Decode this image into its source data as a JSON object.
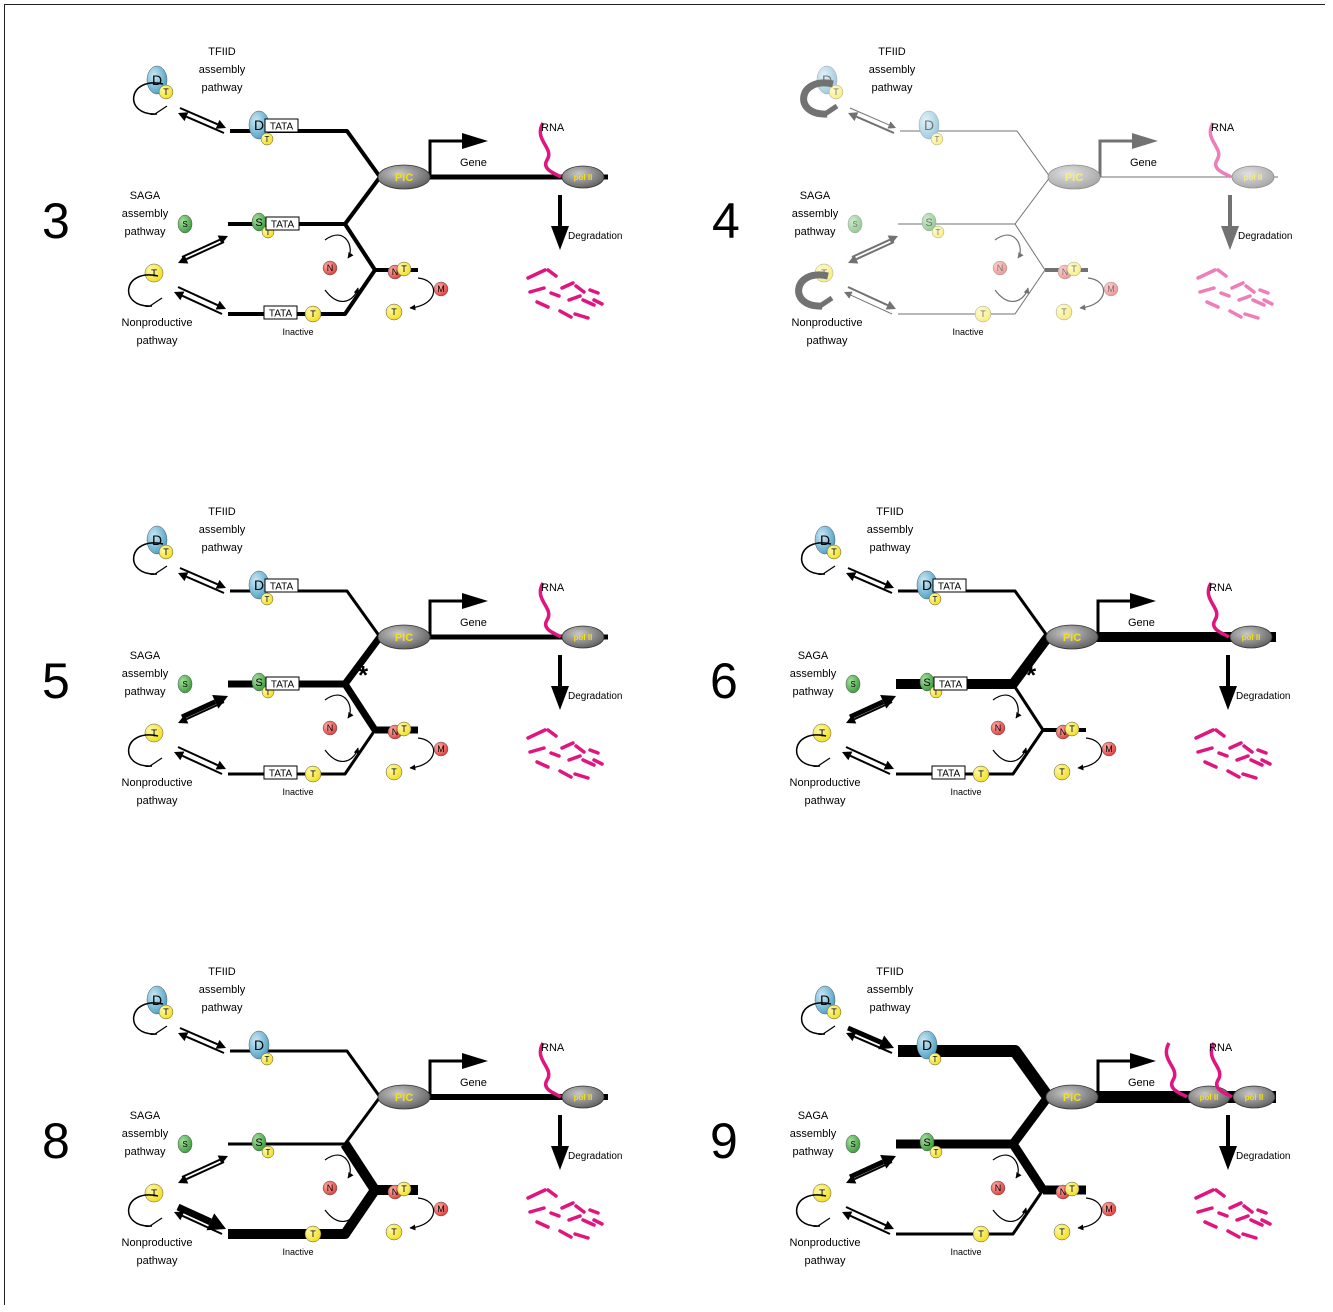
{
  "labels": {
    "tfiid_line1": "TFIID",
    "tfiid_line2": "assembly",
    "tfiid_line3": "pathway",
    "saga_line1": "SAGA",
    "saga_line2": "assembly",
    "saga_line3": "pathway",
    "nonprod_line1": "Nonproductive",
    "nonprod_line2": "pathway",
    "tata": "TATA",
    "inactive": "Inactive",
    "pic": "PIC",
    "gene": "Gene",
    "rna": "RNA",
    "pol": "pol II",
    "degradation": "Degradation",
    "minus": "-",
    "asterisk": "*",
    "D": "D",
    "T": "T",
    "S": "S",
    "N": "N",
    "M": "M"
  },
  "colors": {
    "tfiid": "#4a9fc4",
    "tbp": "#f2de1a",
    "saga": "#3a9a3a",
    "nc2": "#e03a3a",
    "mot1": "#e03a3a",
    "rna": "#e0157f",
    "pic": "#555555"
  },
  "panels": [
    {
      "id": "3",
      "number": "3",
      "faded": false,
      "tfiid_tata_box": true,
      "saga_tata_box": true,
      "nonprod_tata_box": true,
      "trunk_tfiid": 4,
      "trunk_saga": 4,
      "trunk_np": 4,
      "branch_pic": 4,
      "branch_nt": 4,
      "gene_line": 5,
      "tfiid_arrow_in": 2,
      "tfiid_arrow_out": 2,
      "saga_arrow_in": 2,
      "saga_arrow_out": 2,
      "np_arrow_in": 2,
      "np_arrow_out": 2,
      "d_loop_bold": false,
      "t_loop_bold": false,
      "asterisk": false,
      "pol_count": 1
    },
    {
      "id": "4",
      "number": "4",
      "faded": true,
      "tfiid_tata_box": false,
      "saga_tata_box": false,
      "nonprod_tata_box": false,
      "trunk_tfiid": 1,
      "trunk_saga": 1,
      "trunk_np": 1,
      "branch_pic": 1,
      "branch_nt": 1,
      "gene_line": 1,
      "tfiid_arrow_in": 1,
      "tfiid_arrow_out": 2,
      "saga_arrow_in": 2,
      "saga_arrow_out": 2,
      "np_arrow_in": 2,
      "np_arrow_out": 1,
      "d_loop_bold": true,
      "t_loop_bold": true,
      "asterisk": false,
      "pol_count": 1
    },
    {
      "id": "5",
      "number": "5",
      "faded": false,
      "tfiid_tata_box": true,
      "saga_tata_box": true,
      "nonprod_tata_box": true,
      "trunk_tfiid": 3,
      "trunk_saga": 7,
      "trunk_np": 3,
      "branch_pic": 3,
      "branch_nt": 7,
      "gene_line": 5,
      "tfiid_arrow_in": 2,
      "tfiid_arrow_out": 2,
      "saga_arrow_in": 5,
      "saga_arrow_out": 2,
      "np_arrow_in": 2,
      "np_arrow_out": 2,
      "d_loop_bold": false,
      "t_loop_bold": false,
      "asterisk": true,
      "pol_count": 1
    },
    {
      "id": "6",
      "number": "6",
      "faded": false,
      "tfiid_tata_box": true,
      "saga_tata_box": true,
      "nonprod_tata_box": true,
      "trunk_tfiid": 3,
      "trunk_saga": 10,
      "trunk_np": 3,
      "branch_pic": 10,
      "branch_nt": 3,
      "gene_line": 10,
      "tfiid_arrow_in": 2,
      "tfiid_arrow_out": 2,
      "saga_arrow_in": 5,
      "saga_arrow_out": 2,
      "np_arrow_in": 2,
      "np_arrow_out": 2,
      "d_loop_bold": false,
      "t_loop_bold": false,
      "asterisk": true,
      "pol_count": 1
    },
    {
      "id": "8",
      "number": "8",
      "faded": false,
      "tfiid_tata_box": false,
      "saga_tata_box": false,
      "nonprod_tata_box": false,
      "trunk_tfiid": 3,
      "trunk_saga": 3,
      "trunk_np": 10,
      "branch_pic": 3,
      "branch_nt": 10,
      "gene_line": 6,
      "tfiid_arrow_in": 2,
      "tfiid_arrow_out": 2,
      "saga_arrow_in": 2,
      "saga_arrow_out": 2,
      "np_arrow_in": 7,
      "np_arrow_out": 2,
      "d_loop_bold": false,
      "t_loop_bold": false,
      "asterisk": false,
      "pol_count": 1
    },
    {
      "id": "9",
      "number": "9",
      "faded": false,
      "tfiid_tata_box": false,
      "saga_tata_box": false,
      "nonprod_tata_box": false,
      "trunk_tfiid": 12,
      "trunk_saga": 9,
      "trunk_np": 3,
      "branch_pic": 12,
      "branch_nt": 9,
      "gene_line": 12,
      "tfiid_arrow_in": 5,
      "tfiid_arrow_out": 2,
      "saga_arrow_in": 5,
      "saga_arrow_out": 2,
      "np_arrow_in": 2,
      "np_arrow_out": 2,
      "d_loop_bold": false,
      "t_loop_bold": false,
      "asterisk": false,
      "pol_count": 2
    }
  ]
}
